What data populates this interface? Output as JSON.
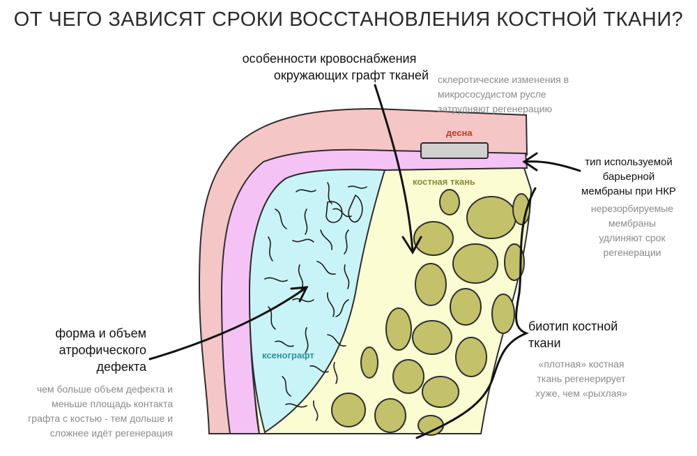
{
  "title": "ОТ ЧЕГО ЗАВИСЯТ СРОКИ ВОССТАНОВЛЕНИЯ КОСТНОЙ ТКАНИ?",
  "regions": {
    "gum": "десна",
    "bone": "костная ткань",
    "xenograft": "ксенографт"
  },
  "factors": {
    "blood_supply": {
      "title_line1": "особенности кровоснабжения",
      "title_line2": "окружающих графт тканей",
      "note_line1": "склеротические изменения в",
      "note_line2": "микрососудистом русле",
      "note_line3": "затрудняют регенерацию"
    },
    "membrane": {
      "title_line1": "тип используемой",
      "title_line2": "барьерной",
      "title_line3": "мембраны при НКР",
      "note_line1": "нерезорбируемые",
      "note_line2": "мембраны",
      "note_line3": "удлиняют срок",
      "note_line4": "регенерации"
    },
    "defect": {
      "title_line1": "форма и объем",
      "title_line2": "атрофического",
      "title_line3": "дефекта",
      "note_line1": "чем больше объем дефекта и",
      "note_line2": "меньше площадь контакта",
      "note_line3": "графта с костью - тем дольше и",
      "note_line4": "сложнее идёт регенерация"
    },
    "biotype": {
      "title_line1": "биотип костной",
      "title_line2": "ткани",
      "note_line1": "«плотная» костная",
      "note_line2": "ткань регенерирует",
      "note_line3": "хуже, чем «рыхлая»"
    }
  },
  "colors": {
    "gum": "#f5c6c6",
    "membrane": "#f5c2f5",
    "bone": "#fcfcd2",
    "marrow": "#c3c26a",
    "xenograft": "#c9f4f7",
    "gum_label": "#c0392b",
    "bone_label": "#8a8a3a",
    "xeno_label": "#2e8fa3"
  },
  "icons": {
    "arrows": "hand-drawn-arrow-icon",
    "brace": "curly-brace-icon"
  }
}
